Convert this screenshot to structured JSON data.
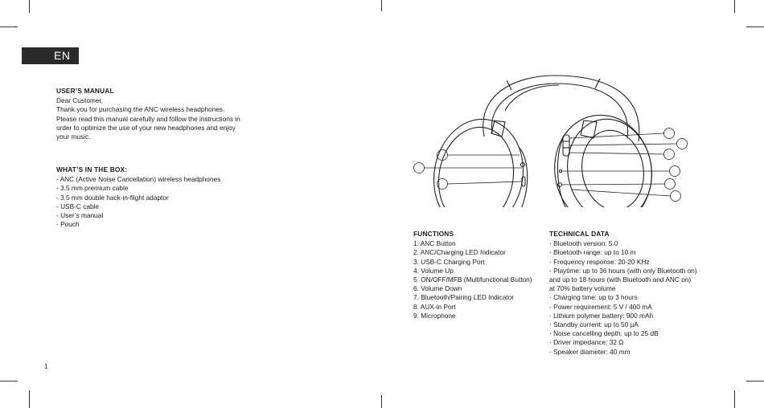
{
  "language_tab": "EN",
  "manual": {
    "heading": "USER’S MANUAL",
    "lines": [
      "Dear Customer,",
      "Thank you for purchasing the              ANC wireless headphones.",
      "Please read this manual carefully and follow the instructions in",
      "order to optimize the use of your new headphones and enjoy",
      "your music."
    ]
  },
  "box": {
    "heading": "WHAT’S IN THE BOX:",
    "items": [
      "-              ANC (Active Noise Cancellation) wireless headphones",
      "- 3.5 mm premium cable",
      "- 3.5 mm double hack-in-flight adaptor",
      "- USB-C cable",
      "- User’s manual",
      "- Pouch"
    ]
  },
  "functions": {
    "heading": "FUNCTIONS",
    "items": [
      "1.  ANC Button",
      "2.  ANC/Charging LED Indicator",
      "3.  USB-C Charging Port",
      "4.  Volume Up",
      "5.  ON/OFF/MFB (Multifunctional Button)",
      "6.  Volume Down",
      "7.  Bluetooth/Pairing LED Indicator",
      "8.  AUX-in Port",
      "9.  Microphone"
    ]
  },
  "technical": {
    "heading": "TECHNICAL DATA",
    "items": [
      "·    Bluetooth version: 5.0",
      "·    Bluetooth range: up to 10 m",
      "·    Frequency response: 20-20 KHz",
      "·    Playtime: up to 36 hours (with only Bluetooth on)",
      "       and up to 18 hours (with Bluetooth and ANC on)",
      "       at 70% battery volume",
      "·    Charging time: up to 3 hours",
      "·    Power requirement: 5 V / 400 mA",
      "·    Lithium polymer battery: 900 mAh",
      "·    Standby current: up to 50 µA",
      "·    Noise cancelling depth: up to 25 dB",
      "·    Driver impedance: 32 Ω",
      "·    Speaker diameter: 40 mm"
    ]
  },
  "page_number": "1"
}
